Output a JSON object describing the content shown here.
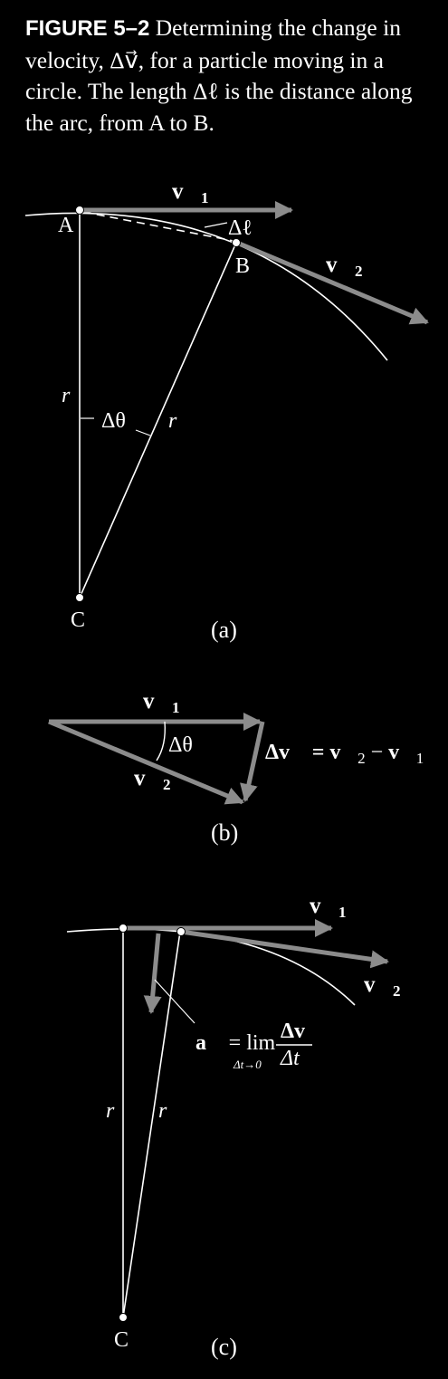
{
  "caption": {
    "figure_label": "FIGURE 5–2",
    "text": "Determining the change in velocity, Δv⃗, for a particle moving in a circle. The length Δℓ is the distance along the arc, from A to B."
  },
  "panel_a": {
    "label": "(a)",
    "point_A": "A",
    "point_B": "B",
    "point_C": "C",
    "v1": "v⃗",
    "v1_sub": "1",
    "v2": "v⃗",
    "v2_sub": "2",
    "delta_l": "Δℓ",
    "delta_theta": "Δθ",
    "r_left": "r",
    "r_right": "r"
  },
  "panel_b": {
    "label": "(b)",
    "v1": "v⃗",
    "v1_sub": "1",
    "v2": "v⃗",
    "v2_sub": "2",
    "delta_theta": "Δθ",
    "eq_lhs": "Δv⃗ = ",
    "eq_v2": "v⃗",
    "eq_v2_sub": "2",
    "eq_minus": " − ",
    "eq_v1": "v⃗",
    "eq_v1_sub": "1"
  },
  "panel_c": {
    "label": "(c)",
    "point_C": "C",
    "v1": "v⃗",
    "v1_sub": "1",
    "v2": "v⃗",
    "v2_sub": "2",
    "a": "a⃗",
    "eq": " = lim",
    "lim_sub": "Δt→0",
    "frac_num": "Δv⃗",
    "frac_den": "Δt",
    "r_left": "r",
    "r_right": "r"
  },
  "colors": {
    "background": "#000000",
    "vector": "#8c8c8c",
    "line": "#ffffff"
  }
}
